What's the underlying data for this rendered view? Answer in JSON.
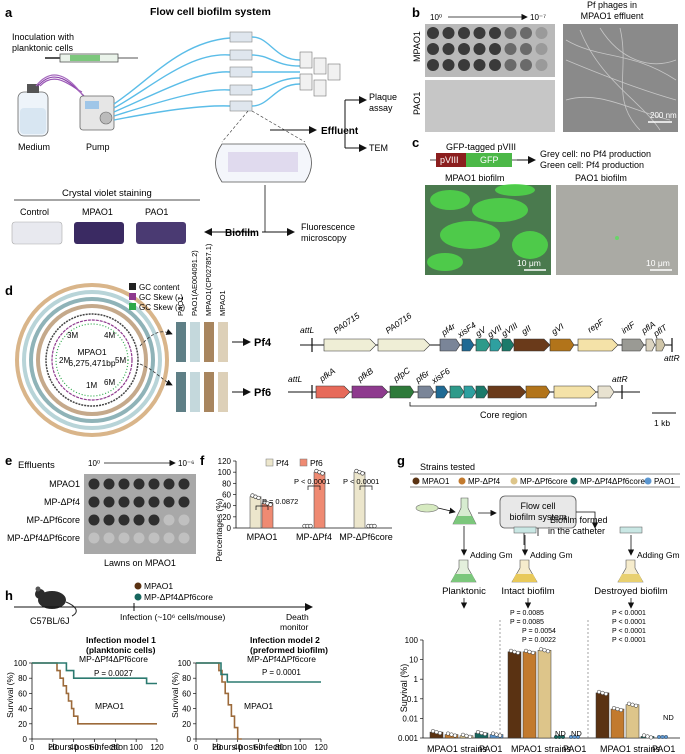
{
  "panel_labels": [
    "a",
    "b",
    "c",
    "d",
    "e",
    "f",
    "g",
    "h"
  ],
  "a": {
    "title": "Flow cell biofilm system",
    "inoculation": [
      "Inoculation with",
      "planktonic cells"
    ],
    "medium": "Medium",
    "pump": "Pump",
    "effluent": "Effluent",
    "plaque_assay": [
      "Plaque",
      "assay"
    ],
    "tem": "TEM",
    "crystal_violet": "Crystal violet staining",
    "tubes": [
      "Control",
      "MPAO1",
      "PAO1"
    ],
    "biofilm": "Biofilm",
    "fluorescence": [
      "Fluorescence",
      "microscopy"
    ]
  },
  "b": {
    "dilution_start": "10⁰",
    "dilution_end": "10⁻⁷",
    "rows": [
      "MPAO1",
      "PAO1"
    ],
    "tem_title": [
      "Pf phages in",
      "MPAO1 effluent"
    ],
    "scale": "200 nm"
  },
  "c": {
    "construct": "GFP-tagged pVIII",
    "pviii": "pVIII",
    "gfp": "GFP",
    "grey_cell": "Grey cell: no Pf4 production",
    "green_cell": "Green cell: Pf4 production",
    "img1": "MPAO1 biofilm",
    "img2": "PAO1 biofilm",
    "scale": "10 μm"
  },
  "d": {
    "legend": [
      "GC content",
      "GC Skew (-)",
      "GC Skew (+)"
    ],
    "legend_colors": [
      "#222222",
      "#8e3a8e",
      "#2ea84a"
    ],
    "genome_name": "MPAO1",
    "genome_size": "6,275,471bp",
    "ticks": [
      "1M",
      "2M",
      "3M",
      "4M",
      "5M",
      "6M"
    ],
    "tracks": [
      "PAO1",
      "PAO1(AE004091.2)",
      "MPAO1(CP027857.1)",
      "MPAO1"
    ],
    "pf4": "Pf4",
    "pf6": "Pf6",
    "pf4_genes": [
      "attL",
      "PA0715",
      "PA0716",
      "pf4r",
      "xisF4",
      "gV",
      "gVII",
      "gVIII",
      "gII",
      "gVI",
      "repF",
      "intF",
      "pflA",
      "pflT",
      "attR"
    ],
    "pf6_genes": [
      "attL",
      "pfkA",
      "pfkB",
      "pfpC",
      "pf6r",
      "xisF6",
      "attR"
    ],
    "core_region": "Core region",
    "scale": "1 kb"
  },
  "e": {
    "effluents": "Effluents",
    "dilution_start": "10⁰",
    "dilution_end": "10⁻⁶",
    "rows": [
      "MPAO1",
      "MP-ΔPf4",
      "MP-ΔPf6core",
      "MP-ΔPf4ΔPf6core"
    ],
    "lawns": "Lawns on MPAO1"
  },
  "f": {
    "legend": [
      "Pf4",
      "Pf6"
    ],
    "pvals": [
      "P = 0.0872",
      "P < 0.0001",
      "P < 0.0001"
    ]
  },
  "g": {
    "strains_tested": "Strains tested",
    "legend": [
      "MPAO1",
      "MP-ΔPf4",
      "MP-ΔPf6core",
      "MP-ΔPf4ΔPf6core",
      "PAO1"
    ],
    "legend_colors": [
      "#5a3212",
      "#c27a2e",
      "#ddc58a",
      "#17665e",
      "#5b96d0"
    ],
    "flow_cell": [
      "Flow cell",
      "biofilm system"
    ],
    "biofilm_formed": [
      "Biofilm formed",
      "in the catheter"
    ],
    "adding_gm": "Adding Gm",
    "groups": [
      "Planktonic",
      "Intact biofilm",
      "Destroyed biofilm"
    ],
    "pvals_intact": [
      "P = 0.0085",
      "P = 0.0085",
      "P = 0.0054",
      "P = 0.0022"
    ],
    "pvals_destroyed": [
      "P < 0.0001",
      "P < 0.0001",
      "P < 0.0001",
      "P < 0.0001"
    ],
    "nd": "ND",
    "xgroups": [
      "MPAO1 strains",
      "PAO1"
    ]
  },
  "h": {
    "mouse": "C57BL/6J",
    "legend": [
      "MPAO1",
      "MP-ΔPf4ΔPf6core"
    ],
    "infection": "Infection (~10⁶ cells/mouse)",
    "death": [
      "Death",
      "monitor"
    ],
    "model1": [
      "Infection model 1",
      "(planktonic cells)"
    ],
    "model2": [
      "Infection model 2",
      "(preformed biofilm)"
    ],
    "pval1": "P = 0.0027",
    "pval2": "P = 0.0001"
  },
  "chart_data": [
    {
      "type": "bar",
      "panel": "f",
      "categories": [
        "MPAO1",
        "MP-ΔPf4",
        "MP-ΔPf6core"
      ],
      "series": [
        {
          "name": "Pf4",
          "values": [
            56,
            0,
            100
          ]
        },
        {
          "name": "Pf6",
          "values": [
            44,
            100,
            0
          ]
        }
      ],
      "ylabel": "Percentages (%)",
      "ylim": [
        0,
        120
      ],
      "yticks": [
        0,
        20,
        40,
        60,
        80,
        100,
        120
      ],
      "colors": [
        "#ece6cc",
        "#ef8a72"
      ]
    },
    {
      "type": "bar",
      "panel": "g",
      "scale": "log",
      "categories": [
        "Planktonic",
        "Intact biofilm",
        "Destroyed biofilm"
      ],
      "series": [
        {
          "name": "MPAO1",
          "values": [
            0.002,
            25,
            0.2
          ]
        },
        {
          "name": "MP-ΔPf4",
          "values": [
            0.0015,
            25,
            0.03
          ]
        },
        {
          "name": "MP-ΔPf6core",
          "values": [
            0.0013,
            30,
            0.05
          ]
        },
        {
          "name": "MP-ΔPf4ΔPf6core",
          "values": [
            0.0018,
            null,
            0.0012
          ]
        },
        {
          "name": "PAO1",
          "values": [
            0.0015,
            null,
            null
          ]
        }
      ],
      "ylabel": "Survival (%)",
      "ylim": [
        0.001,
        100
      ],
      "yticks": [
        "0.001",
        "0.01",
        "0.1",
        "1",
        "10",
        "100"
      ]
    },
    {
      "type": "line",
      "panel": "h1",
      "xlabel": "Hours post-infection",
      "ylabel": "Survival (%)",
      "xlim": [
        0,
        120
      ],
      "ylim": [
        0,
        100
      ],
      "xticks": [
        0,
        20,
        40,
        60,
        80,
        100,
        120
      ],
      "yticks": [
        0,
        20,
        40,
        60,
        80,
        100
      ],
      "series": [
        {
          "name": "MPAO1",
          "steps": [
            [
              0,
              100
            ],
            [
              24,
              100
            ],
            [
              24,
              90
            ],
            [
              27,
              90
            ],
            [
              27,
              80
            ],
            [
              30,
              80
            ],
            [
              30,
              70
            ],
            [
              33,
              70
            ],
            [
              33,
              60
            ],
            [
              35,
              60
            ],
            [
              35,
              50
            ],
            [
              38,
              50
            ],
            [
              38,
              40
            ],
            [
              40,
              40
            ],
            [
              40,
              30
            ],
            [
              44,
              30
            ],
            [
              44,
              20
            ],
            [
              120,
              20
            ]
          ]
        },
        {
          "name": "MP-ΔPf4ΔPf6core",
          "steps": [
            [
              0,
              100
            ],
            [
              33,
              100
            ],
            [
              33,
              90
            ],
            [
              40,
              90
            ],
            [
              40,
              80
            ],
            [
              110,
              80
            ],
            [
              110,
              73
            ],
            [
              120,
              73
            ]
          ]
        }
      ]
    },
    {
      "type": "line",
      "panel": "h2",
      "xlabel": "Hours post-infection",
      "ylabel": "Survival (%)",
      "xlim": [
        0,
        120
      ],
      "ylim": [
        0,
        100
      ],
      "xticks": [
        0,
        20,
        40,
        60,
        80,
        100,
        120
      ],
      "yticks": [
        0,
        20,
        40,
        60,
        80,
        100
      ],
      "series": [
        {
          "name": "MPAO1",
          "steps": [
            [
              0,
              100
            ],
            [
              22,
              100
            ],
            [
              22,
              90
            ],
            [
              25,
              90
            ],
            [
              25,
              75
            ],
            [
              28,
              75
            ],
            [
              28,
              60
            ],
            [
              31,
              60
            ],
            [
              31,
              45
            ],
            [
              34,
              45
            ],
            [
              34,
              30
            ],
            [
              37,
              30
            ],
            [
              37,
              15
            ],
            [
              40,
              15
            ],
            [
              40,
              0
            ],
            [
              44,
              0
            ]
          ]
        },
        {
          "name": "MP-ΔPf4ΔPf6core",
          "steps": [
            [
              0,
              100
            ],
            [
              24,
              100
            ],
            [
              24,
              85
            ],
            [
              30,
              85
            ],
            [
              30,
              75
            ],
            [
              120,
              75
            ]
          ]
        }
      ]
    }
  ]
}
